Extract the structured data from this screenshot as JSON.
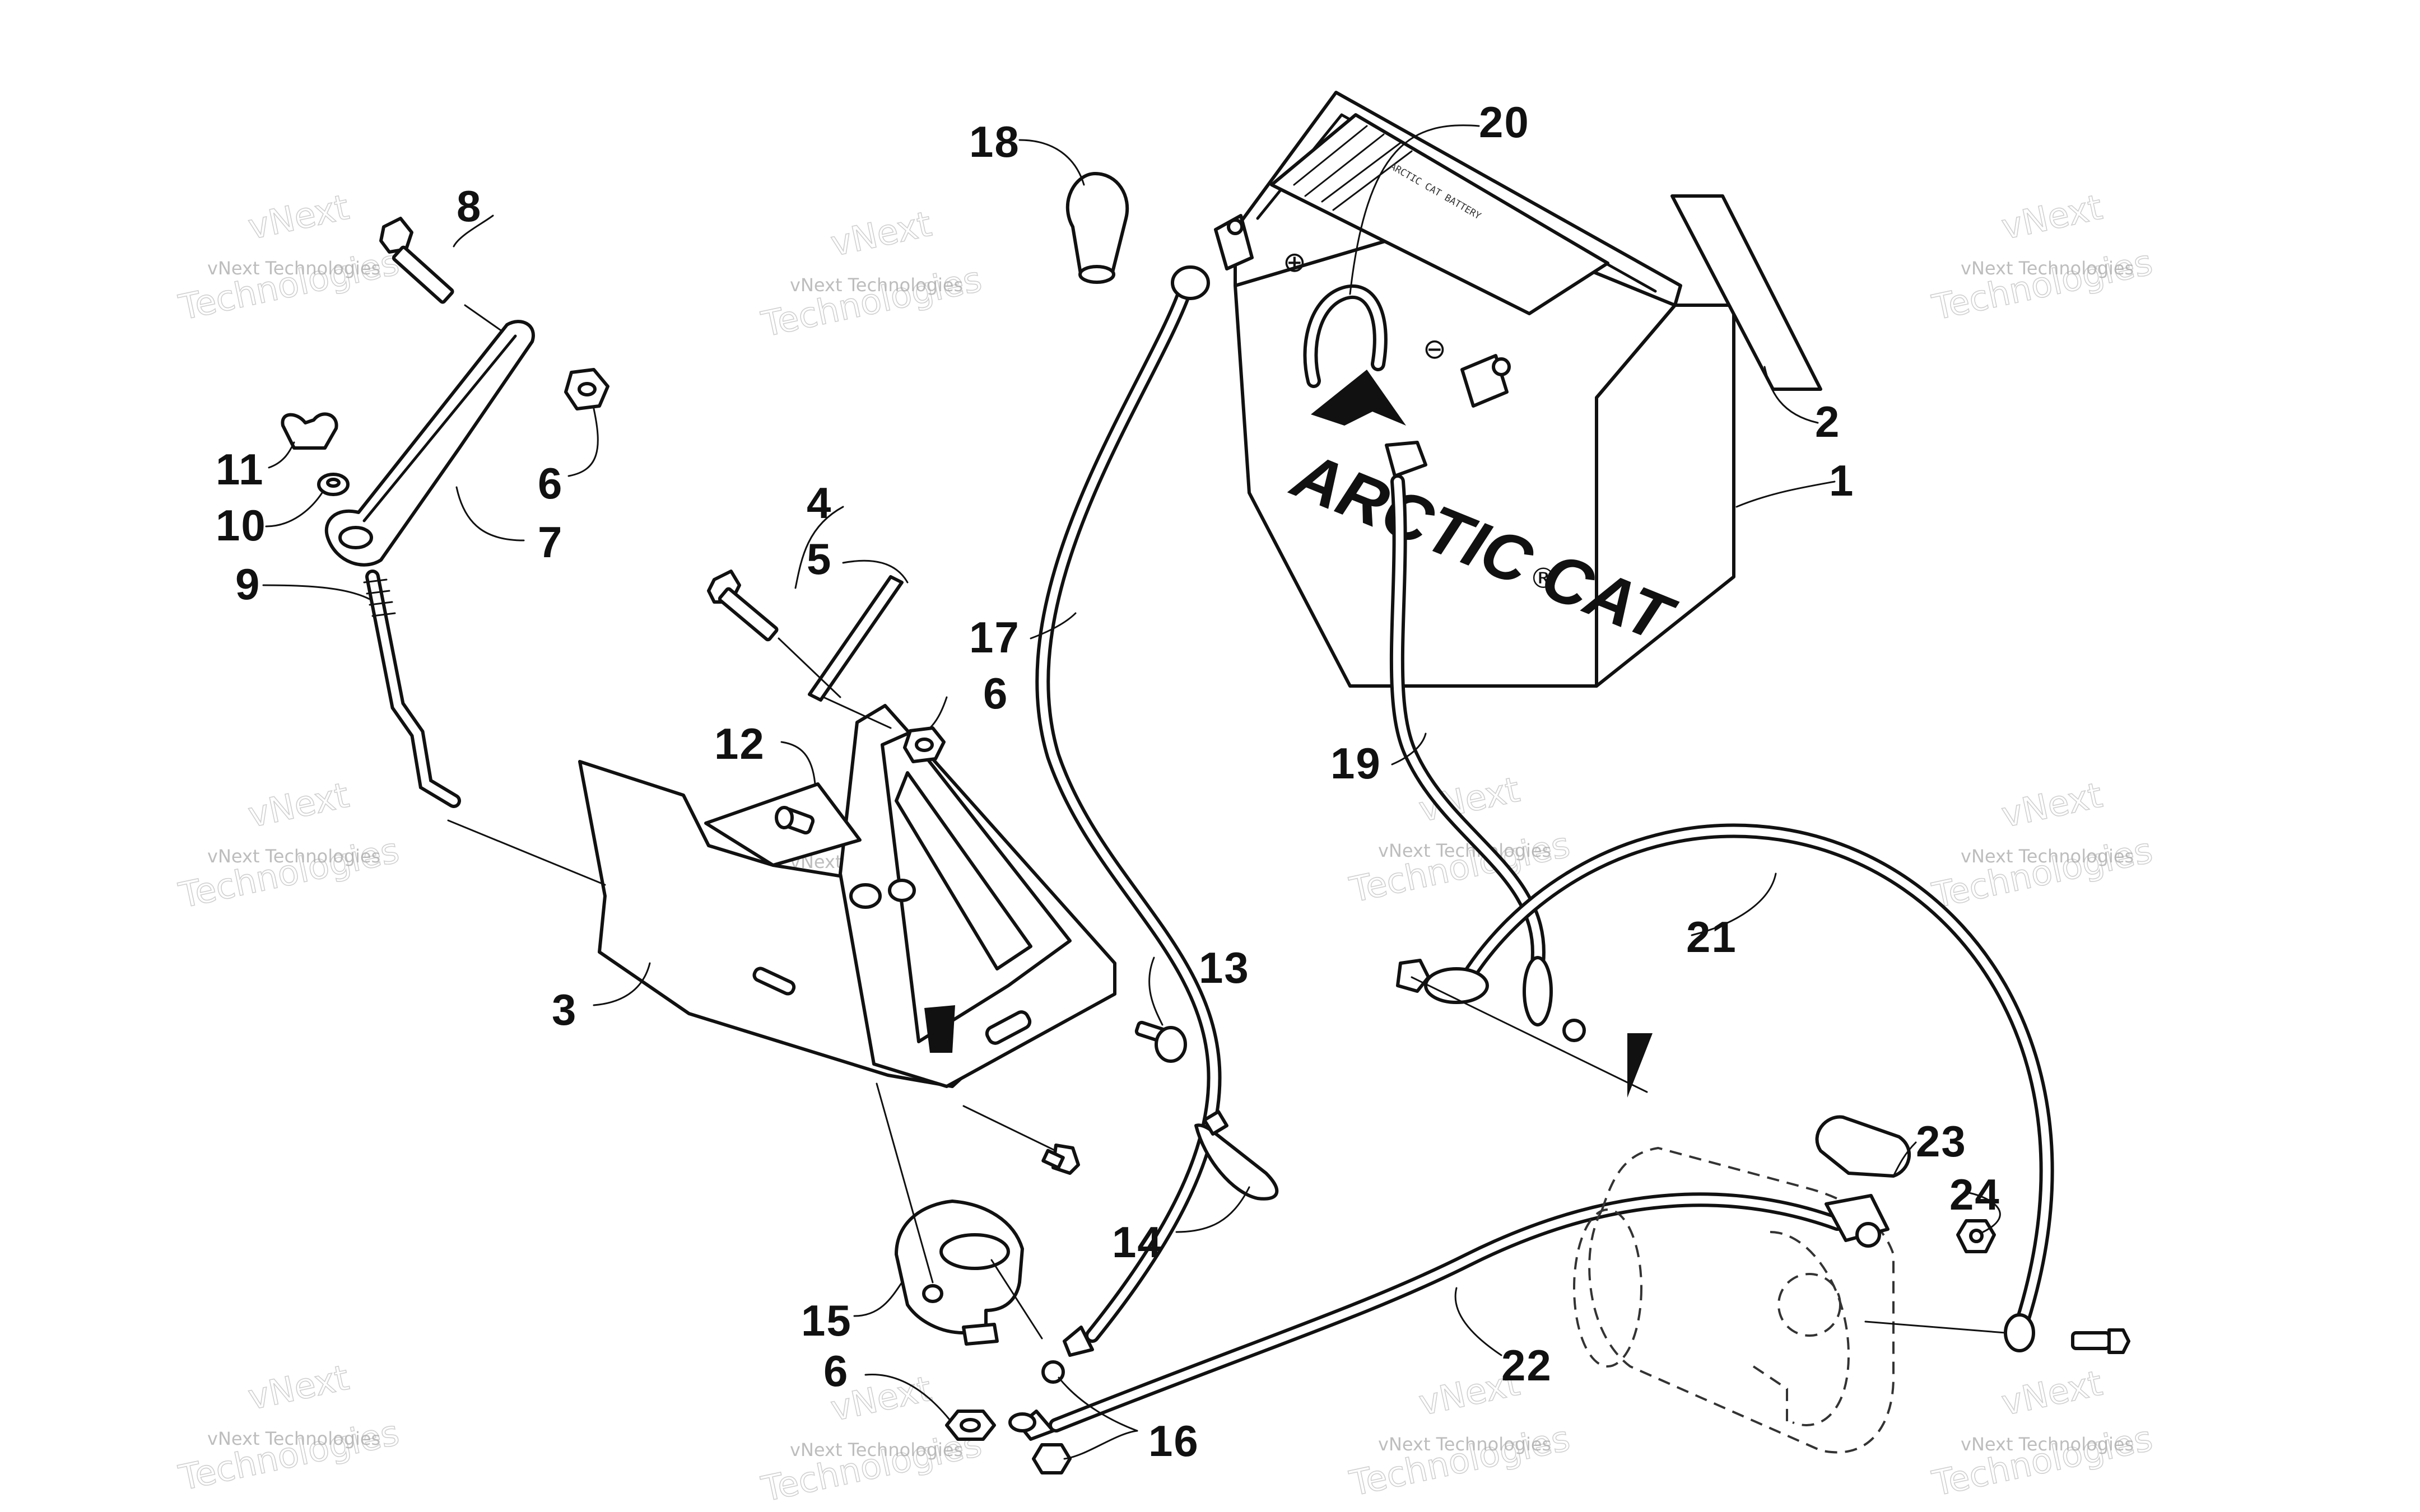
{
  "callouts": [
    "1",
    "2",
    "3",
    "4",
    "5",
    "6",
    "6",
    "6",
    "7",
    "8",
    "9",
    "10",
    "11",
    "12",
    "13",
    "14",
    "15",
    "16",
    "17",
    "18",
    "19",
    "20",
    "21",
    "22",
    "23",
    "24"
  ],
  "battery": {
    "brand": "ARCTIC CAT",
    "registered": "®",
    "plus_sign": "⊕",
    "minus_sign": "⊖"
  },
  "watermark": {
    "line1": "vNext Technologies",
    "line2": "vNext",
    "line3": "Technologies"
  }
}
